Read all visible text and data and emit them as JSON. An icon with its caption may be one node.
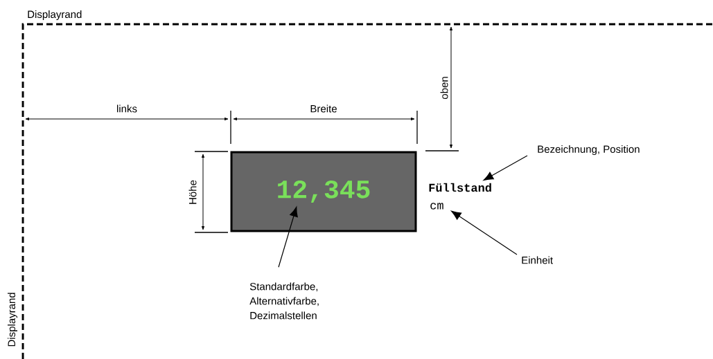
{
  "diagram": {
    "nodes": [
      {
        "text": [],
        "shape": "box"
      },
      {
        "text": [
          "12,345"
        ],
        "in": 0
      },
      {
        "text": [
          "Füllstand"
        ]
      },
      {
        "text": [
          "cm"
        ]
      },
      {
        "text": [
          "Bezeichnung, Position"
        ]
      },
      {
        "text": [
          "Einheit"
        ]
      },
      {
        "text": [
          "Standardfarbe, Alternativfarbe, Dezimalstellen"
        ]
      }
    ],
    "edges": [
      {
        "from": 4,
        "to": 2,
        "arrow": "to"
      },
      {
        "from": 5,
        "to": 3,
        "arrow": "to"
      },
      {
        "from": 6,
        "to": 1,
        "arrow": "to"
      }
    ],
    "labels": [
      "Displayrand",
      "links",
      "Breite",
      "oben",
      "Höhe",
      "Displayrand"
    ]
  }
}
